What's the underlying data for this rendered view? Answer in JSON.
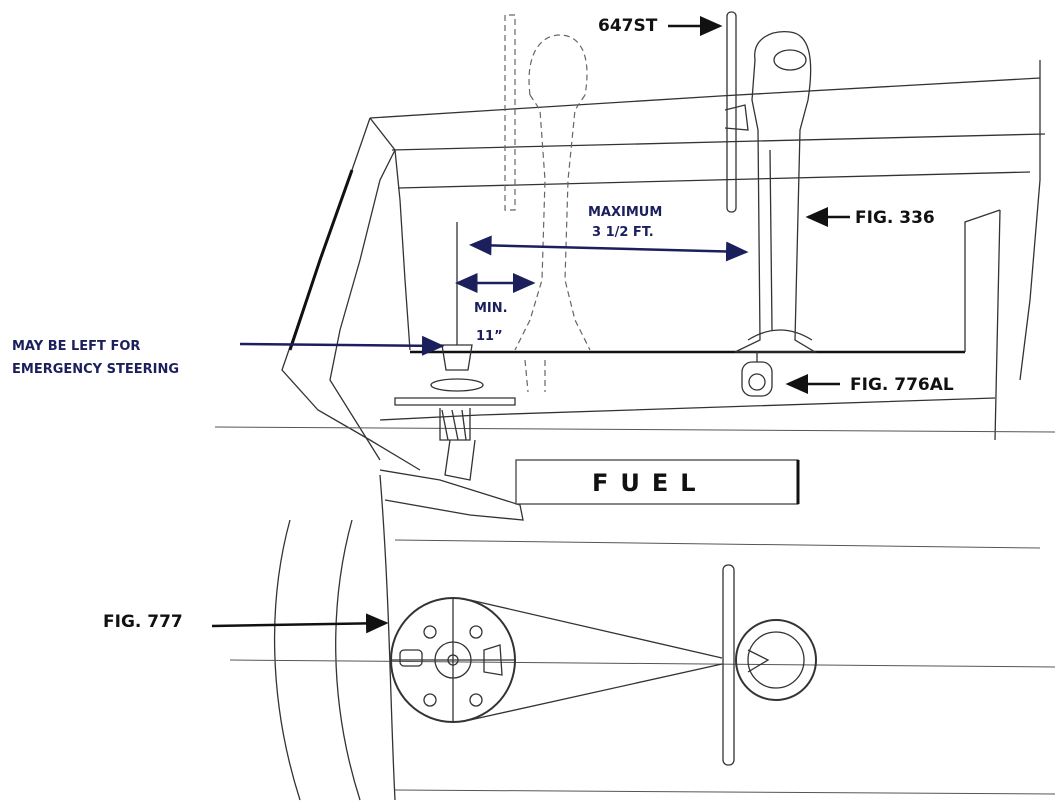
{
  "labels": {
    "fig_647st": "647ST",
    "fig_336": "FIG. 336",
    "fig_776al": "FIG. 776AL",
    "fig_777": "FIG. 777",
    "maximum_line1": "MAXIMUM",
    "maximum_line2": "3 1/2 FT.",
    "min_line1": "MIN.",
    "min_line2": "11”",
    "emergency_line1": "MAY BE LEFT FOR",
    "emergency_line2": "EMERGENCY STEERING",
    "fuel": "FUEL"
  },
  "colors": {
    "annotation_navy": "#1b1f5c",
    "ink": "#222222"
  }
}
